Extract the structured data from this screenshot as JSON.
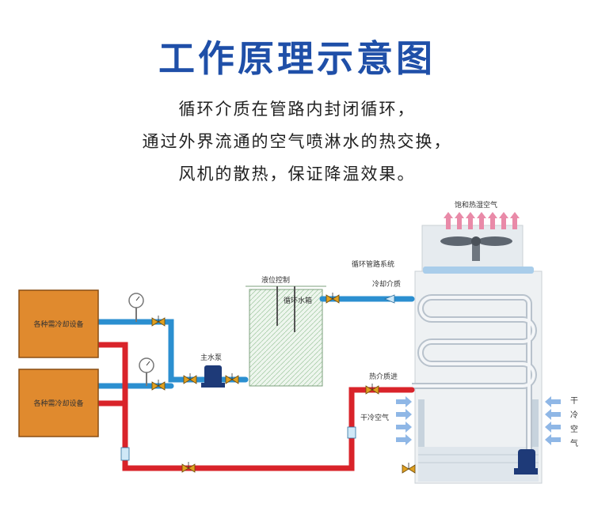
{
  "title": "工作原理示意图",
  "description": [
    "循环介质在管路内封闭循环，",
    "通过外界流通的空气喷淋水的热交换，",
    "风机的散热，保证降温效果。"
  ],
  "labels": {
    "equipment_1": "各种需冷却设备",
    "equipment_2": "各种需冷却设备",
    "main_pump": "主水泵",
    "level_control": "液位控制",
    "tank": "循环水箱",
    "pipe_system": "循环管路系统",
    "coolant": "冷却介质",
    "hot_medium": "热介质进",
    "dry_cold_air_left": "干冷空气",
    "saturated_air": "饱和热湿空气",
    "dry_cold_air_right": [
      "干",
      "冷",
      "空",
      "气"
    ]
  },
  "colors": {
    "title": "#1f4fa8",
    "equipment": "#e08a2e",
    "cold_pipe": "#2b8fd0",
    "hot_pipe": "#d9232a",
    "valve": "#e0a020",
    "arrow_up": "#e98aa8",
    "arrow_side": "#8fb7e6"
  }
}
